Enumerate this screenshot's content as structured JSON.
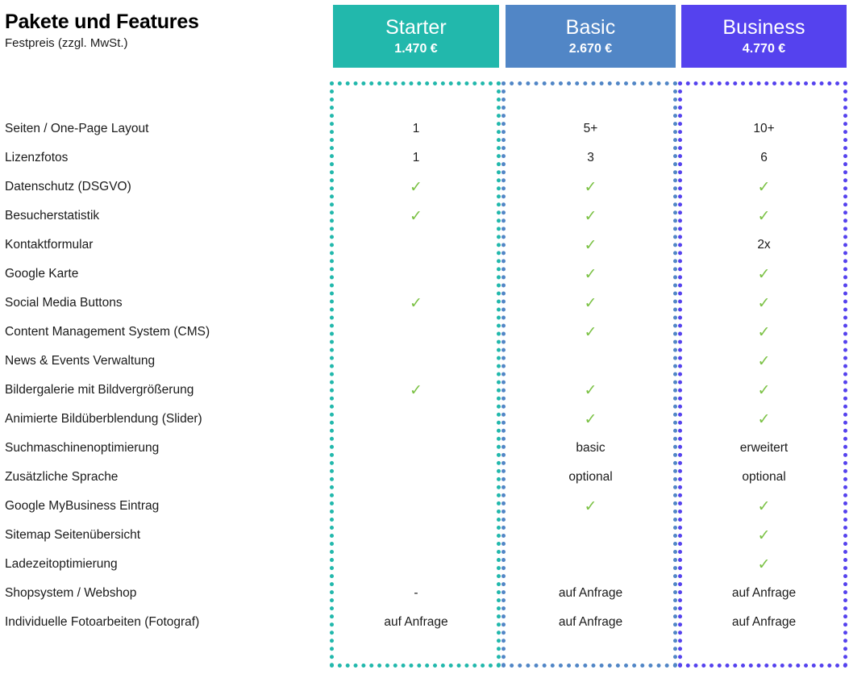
{
  "title": {
    "heading": "Pakete und Features",
    "subheading": "Festpreis (zzgl. MwSt.)"
  },
  "packages": [
    {
      "name": "Starter",
      "price": "1.470 €",
      "color": "#22b8ac"
    },
    {
      "name": "Basic",
      "price": "2.670 €",
      "color": "#5186c6"
    },
    {
      "name": "Business",
      "price": "4.770 €",
      "color": "#5542ee"
    }
  ],
  "check_color": "#7ac143",
  "check_glyph": "✓",
  "rows": [
    {
      "label": "Seiten / One-Page Layout",
      "starter": "1",
      "basic": "5+",
      "business": "10+"
    },
    {
      "label": "Lizenzfotos",
      "starter": "1",
      "basic": "3",
      "business": "6"
    },
    {
      "label": "Datenschutz (DSGVO)",
      "starter": "check",
      "basic": "check",
      "business": "check"
    },
    {
      "label": "Besucherstatistik",
      "starter": "check",
      "basic": "check",
      "business": "check"
    },
    {
      "label": "Kontaktformular",
      "starter": "",
      "basic": "check",
      "business": "2x"
    },
    {
      "label": "Google Karte",
      "starter": "",
      "basic": "check",
      "business": "check"
    },
    {
      "label": "Social Media Buttons",
      "starter": "check",
      "basic": "check",
      "business": "check"
    },
    {
      "label": "Content Management System (CMS)",
      "starter": "",
      "basic": "check",
      "business": "check"
    },
    {
      "label": "News & Events Verwaltung",
      "starter": "",
      "basic": "",
      "business": "check"
    },
    {
      "label": "Bildergalerie mit Bildvergrößerung",
      "starter": "check",
      "basic": "check",
      "business": "check"
    },
    {
      "label": "Animierte Bildüberblendung (Slider)",
      "starter": "",
      "basic": "check",
      "business": "check"
    },
    {
      "label": "Suchmaschinenoptimierung",
      "starter": "",
      "basic": "basic",
      "business": "erweitert"
    },
    {
      "label": "Zusätzliche Sprache",
      "starter": "",
      "basic": "optional",
      "business": "optional"
    },
    {
      "label": "Google MyBusiness Eintrag",
      "starter": "",
      "basic": "check",
      "business": "check"
    },
    {
      "label": "Sitemap Seitenübersicht",
      "starter": "",
      "basic": "",
      "business": "check"
    },
    {
      "label": "Ladezeitoptimierung",
      "starter": "",
      "basic": "",
      "business": "check"
    },
    {
      "label": "Shopsystem / Webshop",
      "starter": "-",
      "basic": "auf Anfrage",
      "business": "auf Anfrage"
    },
    {
      "label": "Individuelle Fotoarbeiten (Fotograf)",
      "starter": "auf Anfrage",
      "basic": "auf Anfrage",
      "business": "auf Anfrage"
    }
  ]
}
